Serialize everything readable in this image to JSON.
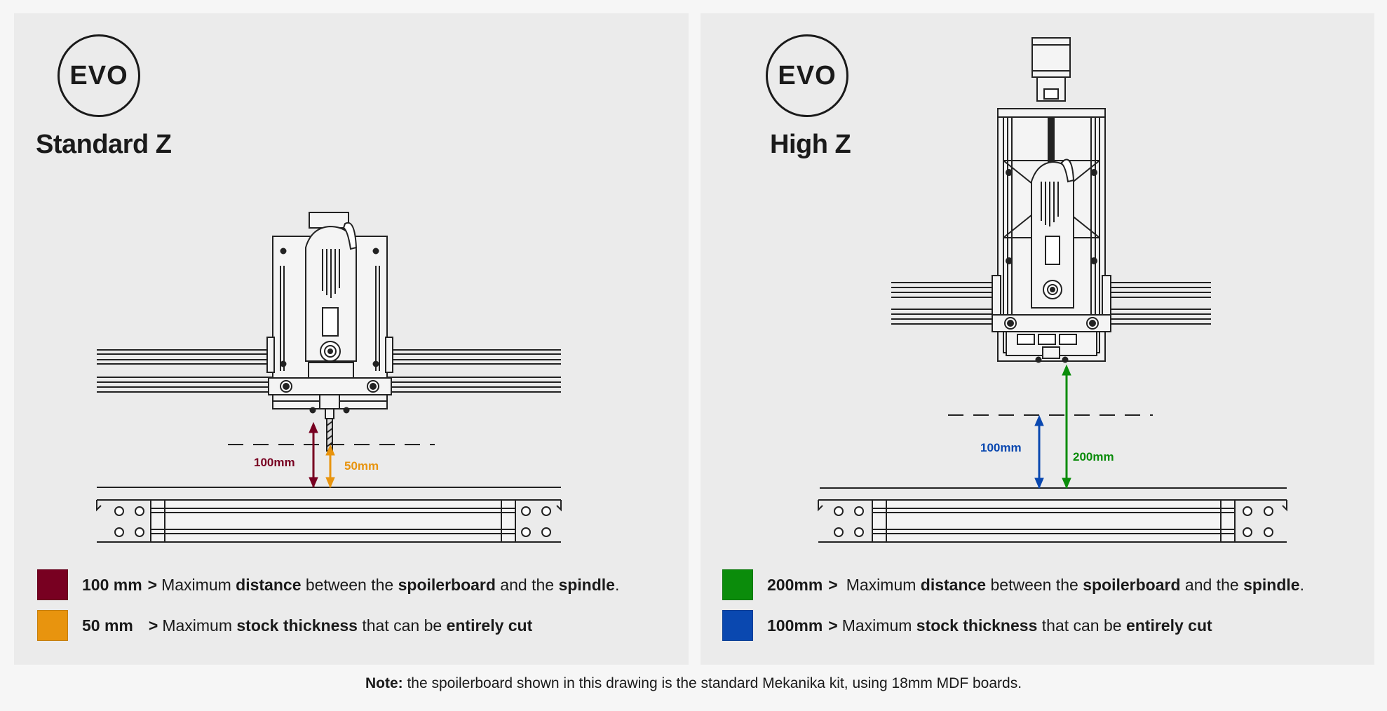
{
  "panels": {
    "left": {
      "logo": "EVO",
      "title": "Standard Z",
      "dim_large": "100mm",
      "dim_small": "50mm",
      "legend": [
        {
          "color": "#780021",
          "key": "100 mm",
          "sep": ">",
          "t1": "Maximum ",
          "b1": "distance",
          "t2": " between the ",
          "b2": "spoilerboard",
          "t3": " and the ",
          "b3": "spindle",
          "t4": "."
        },
        {
          "color": "#e8940e",
          "key": "50 mm",
          "sep": ">",
          "t1": "Maximum ",
          "b1": "stock thickness",
          "t2": " that can be ",
          "b2": "entirely cut",
          "t3": "",
          "b3": "",
          "t4": ""
        }
      ]
    },
    "right": {
      "logo": "EVO",
      "title": "High Z",
      "dim_large": "200mm",
      "dim_small": "100mm",
      "legend": [
        {
          "color": "#0b8c0b",
          "key": "200mm",
          "sep": ">",
          "t1": "Maximum ",
          "b1": "distance",
          "t2": " between the ",
          "b2": "spoilerboard",
          "t3": " and the ",
          "b3": "spindle",
          "t4": "."
        },
        {
          "color": "#0a48b0",
          "key": "100mm",
          "sep": ">",
          "t1": "Maximum ",
          "b1": "stock thickness",
          "t2": " that can be ",
          "b2": "entirely cut",
          "t3": "",
          "b3": "",
          "t4": ""
        }
      ]
    }
  },
  "colors": {
    "maroon": "#780021",
    "orange": "#e8940e",
    "green": "#0b8c0b",
    "blue": "#0a48b0"
  },
  "note": {
    "label": "Note:",
    "text": " the spoilerboard shown in this drawing is the standard Mekanika kit, using 18mm MDF boards."
  }
}
